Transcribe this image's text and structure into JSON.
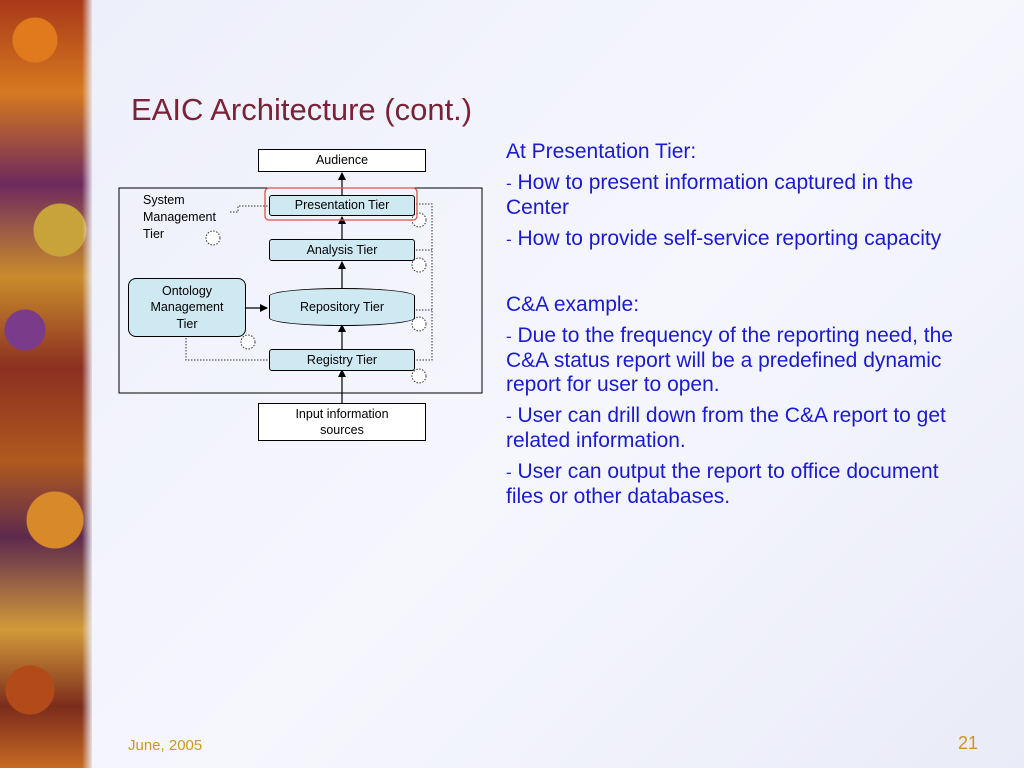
{
  "slide": {
    "title": "EAIC Architecture (cont.)",
    "footer_date": "June, 2005",
    "page_number": "21"
  },
  "diagram": {
    "audience": "Audience",
    "system_label": [
      "System",
      "Management",
      "Tier"
    ],
    "presentation": "Presentation Tier",
    "analysis": "Analysis Tier",
    "ontology": [
      "Ontology",
      "Management",
      "Tier"
    ],
    "repository": "Repository Tier",
    "registry": "Registry Tier",
    "input_sources": [
      "Input information",
      "sources"
    ]
  },
  "text": {
    "section1": {
      "heading": "At Presentation Tier:",
      "bullets": [
        "How to present information captured in the Center",
        "How to provide self-service reporting capacity"
      ]
    },
    "section2": {
      "heading": "C&A example:",
      "bullets": [
        "Due to the frequency of the reporting need, the C&A status report will be a predefined dynamic report for user to open.",
        "User can drill down from the C&A report to get related information.",
        "User can output the report to office document files or other databases."
      ]
    },
    "bullet_marker": "-"
  },
  "colors": {
    "title": "#7a2236",
    "body_text": "#1a1ad0",
    "footer": "#c79a1e",
    "tier_fill": "#cfe9f2",
    "highlight": "#e05050"
  }
}
